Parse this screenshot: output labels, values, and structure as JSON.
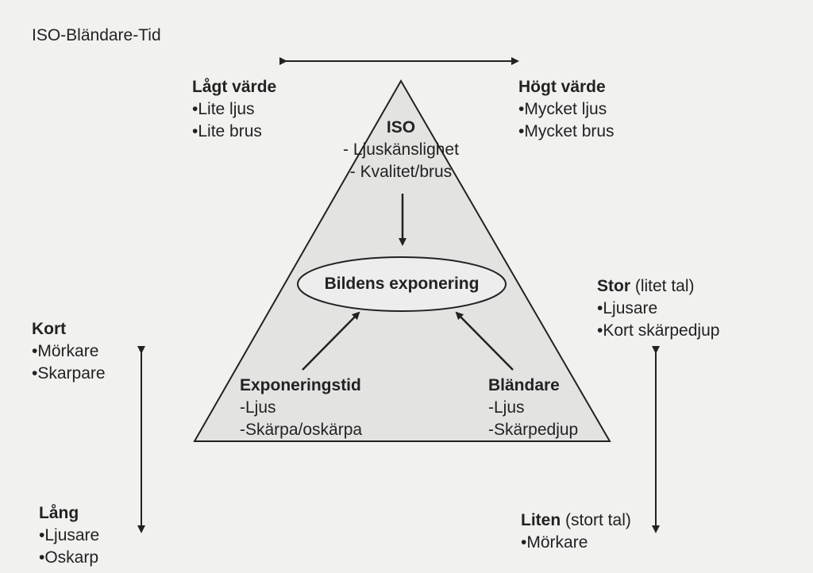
{
  "title": "ISO-Bländare-Tid",
  "low_value": {
    "heading": "Lågt värde",
    "items": [
      "•Lite ljus",
      "•Lite brus"
    ]
  },
  "high_value": {
    "heading": "Högt värde",
    "items": [
      "•Mycket ljus",
      "•Mycket brus"
    ]
  },
  "iso": {
    "heading": "ISO",
    "items": [
      "- Ljuskänslighet",
      "- Kvalitet/brus"
    ]
  },
  "center": {
    "label": "Bildens exponering"
  },
  "exposure_time": {
    "heading": "Exponeringstid",
    "items": [
      "-Ljus",
      "-Skärpa/oskärpa"
    ]
  },
  "aperture": {
    "heading": "Bländare",
    "items": [
      "-Ljus",
      "-Skärpedjup"
    ]
  },
  "short": {
    "heading": "Kort",
    "items": [
      "•Mörkare",
      "•Skarpare"
    ]
  },
  "long": {
    "heading": "Lång",
    "items": [
      "•Ljusare",
      "•Oskarp"
    ]
  },
  "large_aperture": {
    "heading": "Stor",
    "note": "(litet tal)",
    "items": [
      "•Ljusare",
      "•Kort skärpedjup"
    ]
  },
  "small_aperture": {
    "heading": "Liten",
    "note": "(stort tal)",
    "items": [
      "•Mörkare"
    ]
  }
}
